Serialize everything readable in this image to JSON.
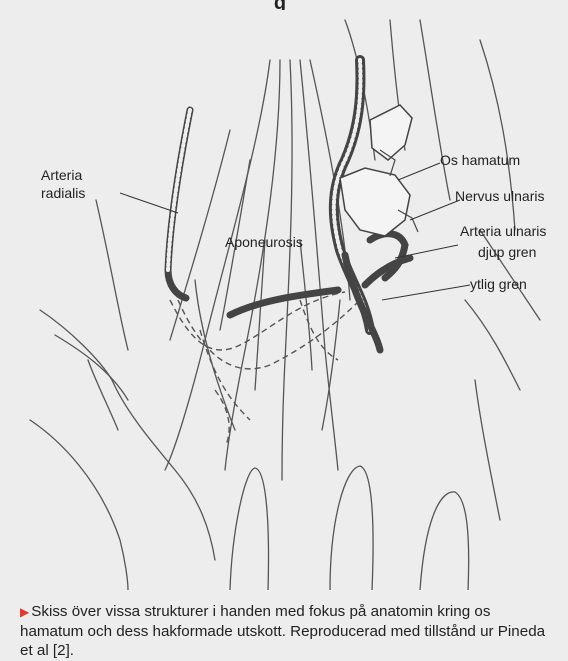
{
  "figure": {
    "heading_fragment": "g",
    "labels": {
      "arteria_radialis": [
        "Arteria",
        "radialis"
      ],
      "aponeurosis": "Aponeurosis",
      "os_hamatum": "Os hamatum",
      "nervus_ulnaris": "Nervus ulnaris",
      "arteria_ulnaris": "Arteria ulnaris",
      "djup_gren": "djup gren",
      "ytlig_gren": "ytlig gren"
    },
    "caption": {
      "marker": "▶",
      "text": "Skiss över vissa strukturer i handen med fokus på anatomin kring os hamatum och dess hakformade utskott. Reproducerad med tillstånd ur Pineda et al [2]."
    },
    "colors": {
      "background": "#ededed",
      "caption_marker": "#e4382e",
      "ink": "#444444"
    }
  }
}
